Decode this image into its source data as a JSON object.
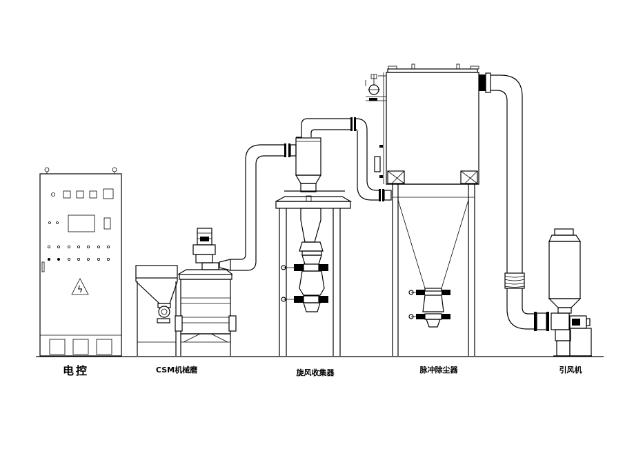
{
  "labels": {
    "electric_control": "电控",
    "csm_mill": "CSM机械磨",
    "cyclone_collector": "旋风收集器",
    "pulse_dust_collector": "脉冲除尘器",
    "induced_fan": "引风机"
  },
  "panel": {
    "warning_symbol": "ϟ"
  },
  "colors": {
    "line": "#000000",
    "background": "#ffffff"
  }
}
